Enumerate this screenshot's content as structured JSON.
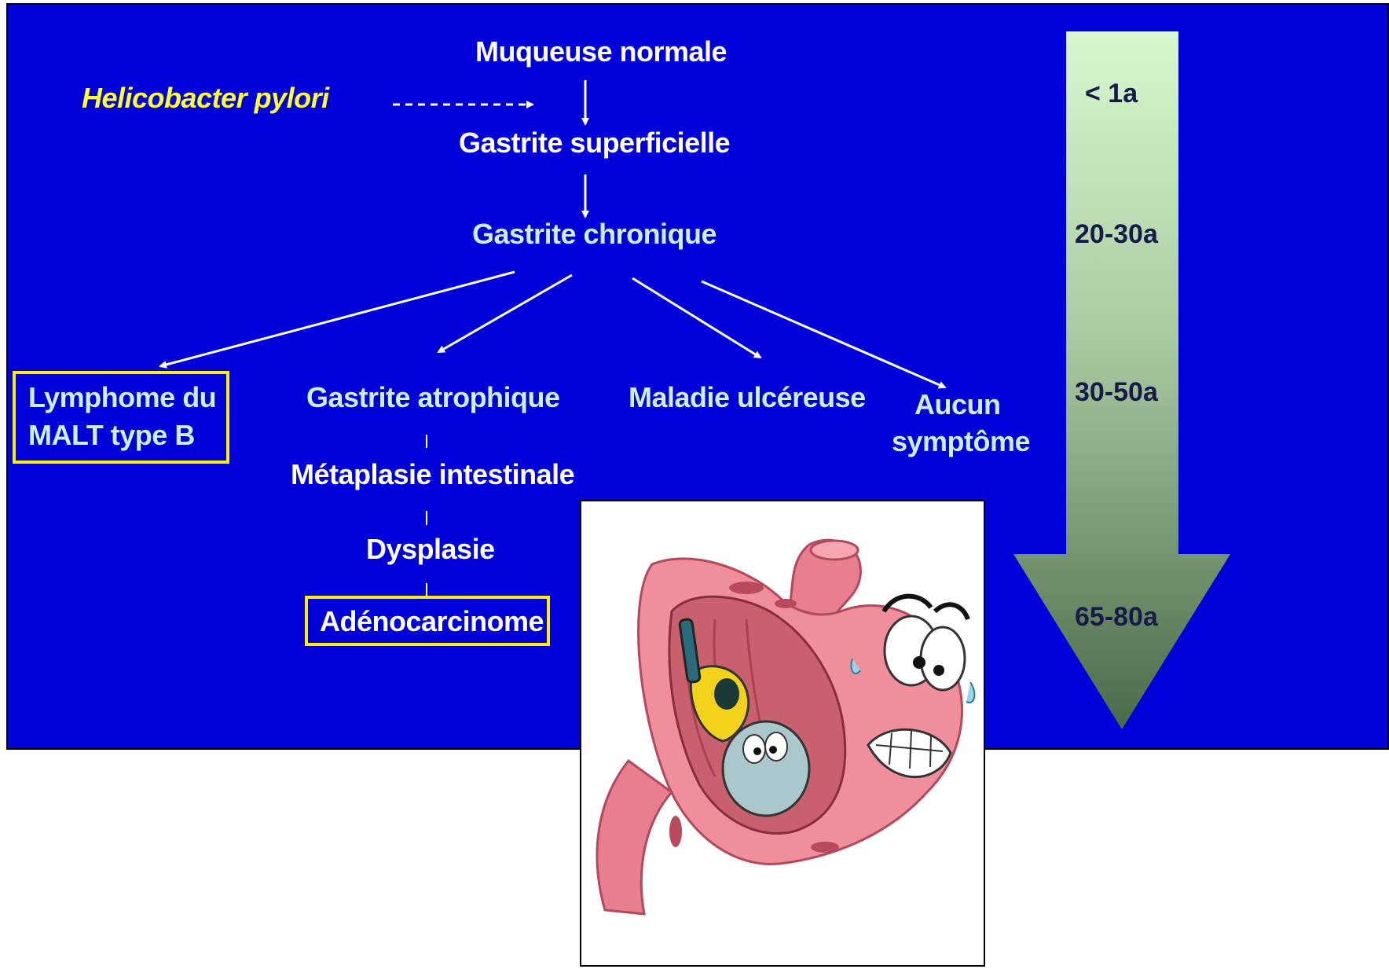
{
  "cause": "Helicobacter pylori",
  "stages": {
    "normal": "Muqueuse normale",
    "superficial": "Gastrite superficielle",
    "chronic": "Gastrite chronique"
  },
  "outcomes": {
    "lymphoma_line1": "Lymphome du",
    "lymphoma_line2": "MALT type B",
    "atrophic": "Gastrite atrophique",
    "ulcer": "Maladie ulcéreuse",
    "none_line1": "Aucun",
    "none_line2": "symptôme"
  },
  "progression": {
    "metaplasia": "Métaplasie intestinale",
    "dysplasia": "Dysplasie",
    "adenocarcinoma": "Adénocarcinome"
  },
  "timeline": [
    "< 1a",
    "20-30a",
    "30-50a",
    "65-80a"
  ],
  "colors": {
    "background": "#0000d8",
    "highlight_box": "#ffee00",
    "cause_text": "#ffff33",
    "arrow_top": "#d8f8d0",
    "arrow_bottom": "#4a6a48"
  }
}
